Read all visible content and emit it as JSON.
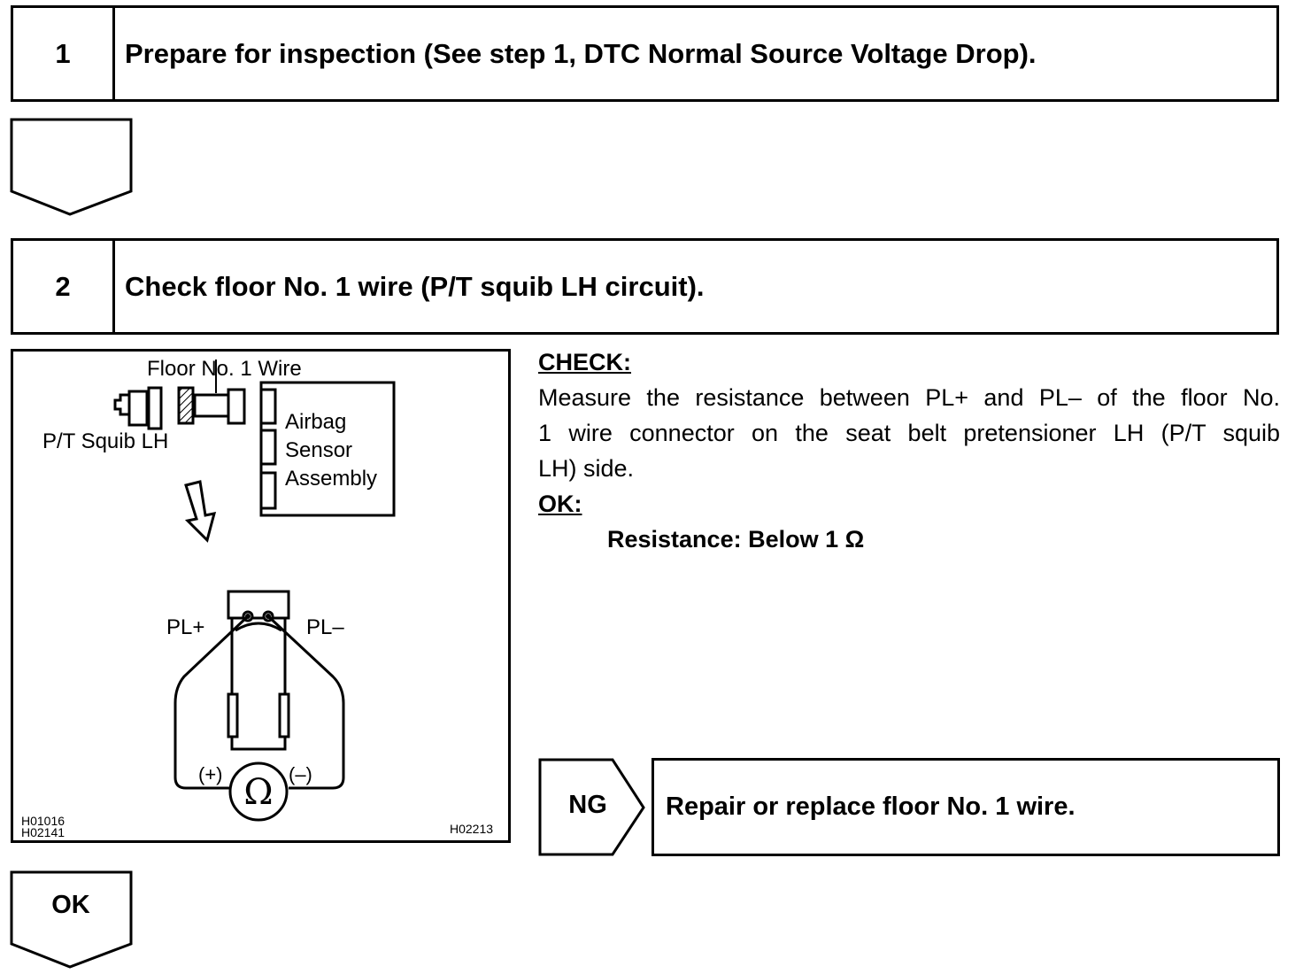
{
  "step1": {
    "number": "1",
    "title": "Prepare for inspection (See step 1, DTC Normal Source Voltage Drop)."
  },
  "step2": {
    "number": "2",
    "title": "Check floor No. 1 wire (P/T squib LH circuit)."
  },
  "diagram": {
    "wire_label": "Floor No. 1 Wire",
    "squib_label": "P/T Squib LH",
    "sensor_label_line1": "Airbag",
    "sensor_label_line2": "Sensor",
    "sensor_label_line3": "Assembly",
    "pl_plus": "PL+",
    "pl_minus": "PL–",
    "meter_plus": "(+)",
    "meter_minus": "(–)",
    "ohm_symbol": "Ω",
    "code_left_1": "H01016",
    "code_left_2": "H02141",
    "code_right": "H02213"
  },
  "check": {
    "heading": "CHECK:",
    "line1": "Measure the resistance between PL+ and PL– of the floor No.",
    "line2": "1 wire connector on the seat belt pretensioner LH (P/T squib",
    "line3": "LH) side.",
    "ok_heading": "OK:",
    "resistance": "Resistance: Below 1 Ω"
  },
  "ng": {
    "label": "NG",
    "text": "Repair or replace floor No. 1 wire."
  },
  "ok_arrow": {
    "label": "OK"
  }
}
